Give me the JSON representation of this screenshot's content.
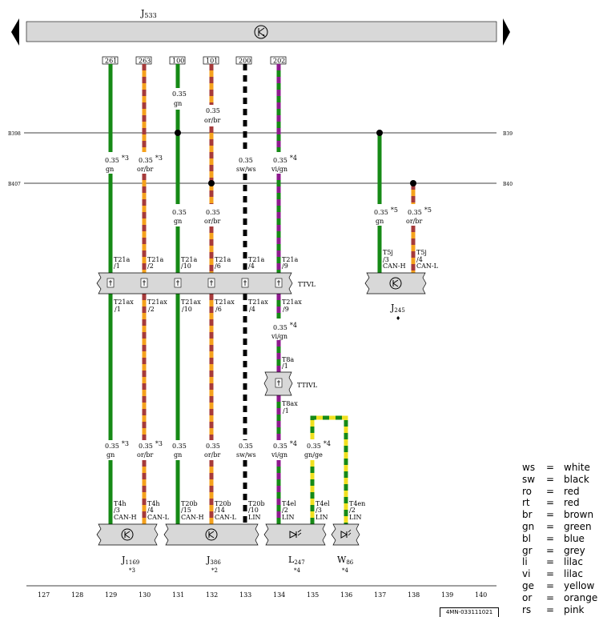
{
  "title": "J533",
  "bus_left": [
    "B398",
    "B407"
  ],
  "bus_right": [
    "B39",
    "B40"
  ],
  "wires": [
    {
      "id": "w129",
      "num": "261",
      "c1": "#168a16",
      "c2": "",
      "top_size": "",
      "top_color": "",
      "size": "0.35",
      "sup": "*3",
      "color": "gn",
      "pin": "T21a",
      "pos": "/1",
      "pin2": "T21ax",
      "pos2": "/1",
      "low_size": "0.35",
      "low_sup": "*3",
      "low_color": "gn",
      "end_pin": "T4h",
      "end_pos": "/3",
      "signal": "CAN-H"
    },
    {
      "id": "w130",
      "num": "263",
      "c1": "#f5a21c",
      "c2": "#a63a3a",
      "top_size": "",
      "top_color": "",
      "size": "0.35",
      "sup": "*3",
      "color": "or/br",
      "pin": "T21a",
      "pos": "/2",
      "pin2": "T21ax",
      "pos2": "/2",
      "low_size": "0.35",
      "low_sup": "*3",
      "low_color": "or/br",
      "end_pin": "T4h",
      "end_pos": "/4",
      "signal": "CAN-L"
    },
    {
      "id": "w131",
      "num": "100",
      "c1": "#168a16",
      "c2": "",
      "top_size": "0.35",
      "top_color": "gn",
      "size": "0.35",
      "sup": "",
      "color": "gn",
      "pin": "T21a",
      "pos": "/10",
      "pin2": "T21ax",
      "pos2": "/10",
      "low_size": "0.35",
      "low_sup": "",
      "low_color": "gn",
      "end_pin": "T20b",
      "end_pos": "/15",
      "signal": "CAN-H"
    },
    {
      "id": "w132",
      "num": "101",
      "c1": "#f5a21c",
      "c2": "#a63a3a",
      "top_size": "0.35",
      "top_color": "or/br",
      "size": "0.35",
      "sup": "",
      "color": "or/br",
      "pin": "T21a",
      "pos": "/6",
      "pin2": "T21ax",
      "pos2": "/6",
      "low_size": "0.35",
      "low_sup": "",
      "low_color": "or/br",
      "end_pin": "T20b",
      "end_pos": "/14",
      "signal": "CAN-L"
    },
    {
      "id": "w133",
      "num": "200",
      "c1": "#ffffff",
      "c2": "#000000",
      "top_size": "",
      "top_color": "",
      "size": "0.35",
      "sup": "",
      "color": "sw/ws",
      "pin": "T21a",
      "pos": "/4",
      "pin2": "T21ax",
      "pos2": "/4",
      "low_size": "0.35",
      "low_sup": "",
      "low_color": "sw/ws",
      "end_pin": "T20b",
      "end_pos": "/10",
      "signal": "LIN"
    },
    {
      "id": "w134",
      "num": "202",
      "c1": "#168a16",
      "c2": "#8e1a8e",
      "top_size": "",
      "top_color": "",
      "size": "0.35",
      "sup": "*4",
      "color": "vi/gn",
      "pin": "T21a",
      "pos": "/9",
      "pin2": "T21ax",
      "pos2": "/9",
      "low_size": "0.35",
      "low_sup": "*4",
      "low_color": "vi/gn",
      "end_pin": "T4el",
      "end_pos": "/2",
      "signal": "LIN"
    }
  ],
  "mid_label": {
    "size": "0.35",
    "sup": "*4",
    "color": "vi/gn"
  },
  "connector_ttvl": "TTVL",
  "connector_ttivl": "TTIVL",
  "t8a": {
    "pin": "T8a",
    "pos": "/1",
    "pin2": "T8ax",
    "pos2": "/1"
  },
  "w135": {
    "size": "0.35",
    "sup": "*4",
    "color": "gn/ge",
    "end_pin": "T4el",
    "end_pos": "/3",
    "signal": "LIN"
  },
  "w136": {
    "end_pin": "T4en",
    "end_pos": "/2",
    "signal": "LIN"
  },
  "right_wires": [
    {
      "id": "w137",
      "c1": "#168a16",
      "c2": "",
      "size": "0.35",
      "sup": "*5",
      "color": "gn",
      "pin": "T5j",
      "pos": "/3",
      "signal": "CAN-H"
    },
    {
      "id": "w138",
      "c1": "#f5a21c",
      "c2": "#a63a3a",
      "size": "0.35",
      "sup": "*5",
      "color": "or/br",
      "pin": "T5j",
      "pos": "/4",
      "signal": "CAN-L"
    }
  ],
  "components": [
    {
      "id": "J1169",
      "name": "J",
      "sub": "1169",
      "note": "*3"
    },
    {
      "id": "J386",
      "name": "J",
      "sub": "386",
      "note": "*2"
    },
    {
      "id": "L247",
      "name": "L",
      "sub": "247",
      "note": "*4"
    },
    {
      "id": "W86",
      "name": "W",
      "sub": "86",
      "note": "*4"
    },
    {
      "id": "J245",
      "name": "J",
      "sub": "245",
      "note": "♦"
    }
  ],
  "title_name": "J",
  "title_sub": "533",
  "columns": [
    "127",
    "128",
    "129",
    "130",
    "131",
    "132",
    "133",
    "134",
    "135",
    "136",
    "137",
    "138",
    "139",
    "140"
  ],
  "legend": [
    {
      "code": "ws",
      "color": "white"
    },
    {
      "code": "sw",
      "color": "black"
    },
    {
      "code": "ro",
      "color": "red"
    },
    {
      "code": "rt",
      "color": "red"
    },
    {
      "code": "br",
      "color": "brown"
    },
    {
      "code": "gn",
      "color": "green"
    },
    {
      "code": "bl",
      "color": "blue"
    },
    {
      "code": "gr",
      "color": "grey"
    },
    {
      "code": "li",
      "color": "lilac"
    },
    {
      "code": "vi",
      "color": "lilac"
    },
    {
      "code": "ge",
      "color": "yellow"
    },
    {
      "code": "or",
      "color": "orange"
    },
    {
      "code": "rs",
      "color": "pink"
    }
  ],
  "doc_id": "4MN-033111021",
  "equals": "="
}
